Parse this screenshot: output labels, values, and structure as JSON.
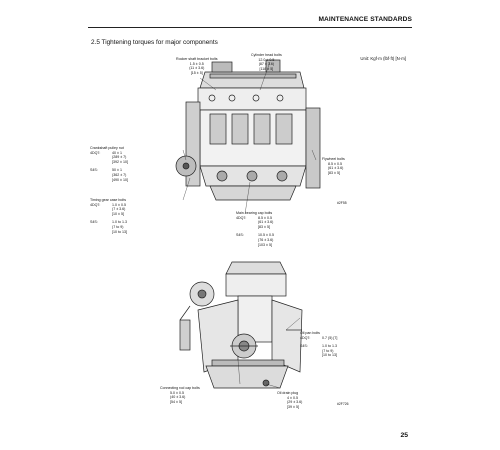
{
  "header": {
    "title": "MAINTENANCE STANDARDS"
  },
  "section": {
    "title": "2.5  Tightening torques for major components"
  },
  "unit": "Unit: Kgf·m (lbf·ft) [N·m]",
  "labels": {
    "rocker": [
      "Rocker shaft bracket bolts",
      "1.5 ± 0.5",
      "(11 ± 3.6)",
      "[15 ± 5]"
    ],
    "cyl": [
      "Cylinder head bolts",
      "12.0 ± 0.5",
      "(87 ± 3.6)",
      "[118 ± 5]"
    ],
    "crank": [
      {
        "a": "Crankshaft pulley nut",
        "b": ""
      },
      {
        "a": "4DQ7:",
        "b": "40 ± 1"
      },
      {
        "a": "",
        "b": "(289 ± 7)"
      },
      {
        "a": "",
        "b": "[392 ± 10]"
      },
      {
        "a": "",
        "b": ""
      },
      {
        "a": "S4S:",
        "b": "50 ± 1"
      },
      {
        "a": "",
        "b": "(362 ± 7)"
      },
      {
        "a": "",
        "b": "[490 ± 10]"
      }
    ],
    "flywheel": [
      "Flywheel bolts",
      "8.5 ± 0.5",
      "(61 ± 3.6)",
      "[83 ± 5]"
    ],
    "timing": [
      {
        "a": "Timing gear case bolts",
        "b": ""
      },
      {
        "a": "4DQ7:",
        "b": "1.0 ± 0.5"
      },
      {
        "a": "",
        "b": "(7 ± 3.6)"
      },
      {
        "a": "",
        "b": "[10 ± 5]"
      },
      {
        "a": "",
        "b": ""
      },
      {
        "a": "S4S:",
        "b": "1.0 to 1.3"
      },
      {
        "a": "",
        "b": "(7 to 9)"
      },
      {
        "a": "",
        "b": "[10 to 13]"
      }
    ],
    "main": [
      {
        "a": "Main bearing cap bolts",
        "b": ""
      },
      {
        "a": "4DQ7:",
        "b": "8.5 ± 0.5"
      },
      {
        "a": "",
        "b": "(61 ± 3.6)"
      },
      {
        "a": "",
        "b": "[83 ± 5]"
      },
      {
        "a": "",
        "b": ""
      },
      {
        "a": "S4S:",
        "b": "10.5 ± 0.5"
      },
      {
        "a": "",
        "b": "(76 ± 3.6)"
      },
      {
        "a": "",
        "b": "[103 ± 5]"
      }
    ],
    "oilpan": [
      {
        "a": "Oil pan bolts",
        "b": ""
      },
      {
        "a": "4DQ7:",
        "b": "0.7 (5) [7]"
      },
      {
        "a": "",
        "b": ""
      },
      {
        "a": "S4S:",
        "b": "1.0 to 1.3"
      },
      {
        "a": "",
        "b": "(7 to 9)"
      },
      {
        "a": "",
        "b": "[10 to 13]"
      }
    ],
    "conrod": [
      "Connecting rod cap bolts",
      "5.0 ± 0.5",
      "(40 ± 3.6)",
      "[54 ± 5]"
    ],
    "drain": [
      "Oil drain plug",
      "4 ± 0.5",
      "(29 ± 3.6)",
      "[39 ± 5]"
    ]
  },
  "figures": {
    "fig1": "#2F55",
    "fig2": "#2F726"
  },
  "page_number": "25"
}
